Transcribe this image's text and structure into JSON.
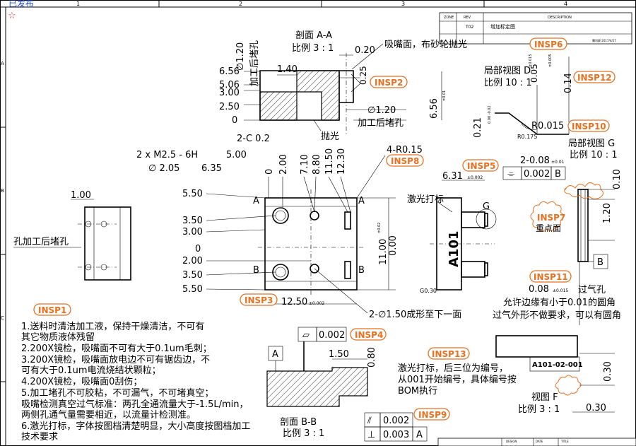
{
  "sheet": {
    "status": "已发布",
    "star": "☆",
    "zones_top": [
      "1",
      "2",
      "3",
      "4"
    ],
    "zones_left": [
      "A",
      "B",
      "C"
    ]
  },
  "titleblock": {
    "hdr_zone": "ZONE",
    "hdr_rev": "REV",
    "hdr_desc": "DESCRIPTION",
    "rev_value": "T02",
    "desc_value": "增加标定图",
    "date_note": "腾讯豪 2017/4/27"
  },
  "section_aa": {
    "title": "剖面 A-A",
    "scale": "比例 3 : 1",
    "dims": [
      "6.56",
      "5.06",
      "3.00",
      "2.50",
      "0",
      "∅1.20",
      "1.40",
      "0.20",
      "0.25",
      "∅1.20",
      "6.56"
    ],
    "dim_tol": "±0.01",
    "label_polish": "吸嘴面，布砂轮抛光",
    "label_hole": "加工后堵孔",
    "label_hole2": "加工后堵孔",
    "chamfer": "2-C 0.2",
    "polish": "抛光"
  },
  "detail_d": {
    "title": "局部视图 D",
    "scale": "比例 10 : 1",
    "dim1": "0.21",
    "dim1_tol": "0.00 -0.02",
    "dim2": "0.14",
    "dim3": "0.05",
    "dim3_tol": "±0.015",
    "dim4": "±0.005",
    "radius": "R0.015",
    "radius2": "R0.175"
  },
  "detail_g": {
    "title": "局部视图 G",
    "scale": "比例 10 : 1",
    "dim_chamfer": "2-0.08",
    "dim_chamfer_tol": "±0.01",
    "flat_value": "0.002",
    "flat_ref": "B",
    "dim1": "0.10",
    "dim2": "1.20",
    "datum_b": "B"
  },
  "main_view": {
    "thread": "2 x  M2.5 - 6H",
    "thread_depth": "5.00",
    "cbore": "∅ 2.05",
    "cbore_depth": "6.35",
    "radius": "4-R0.15",
    "x_dims": [
      "0",
      "2.00",
      "7.10",
      "8.80",
      "11.50",
      "12.30"
    ],
    "y_dims": [
      "5.50",
      "3.50",
      "3.00",
      "0",
      "2.00",
      "3.50",
      "5.50"
    ],
    "right_dims": [
      "11.00",
      "0.00",
      "±0.02"
    ],
    "bottom_dim": "12.50",
    "bottom_tol": "±0.002",
    "hole_note": "2-∅1.50成形至下一面",
    "sec_a": "A",
    "sec_b": "B"
  },
  "side_view": {
    "dim": "1.00",
    "note": "孔加工后堵孔"
  },
  "laser_view": {
    "label": "激光打标",
    "mark": "A101",
    "dim": "6.31",
    "dim_tol": "±0.002",
    "g_label": "G",
    "r_label": "G0.30"
  },
  "insp": {
    "insp1": "INSP1",
    "insp2": "INSP2",
    "insp3": "INSP3",
    "insp4": "INSP4",
    "insp5": "INSP5",
    "insp6": "INSP6",
    "insp7": "INSP7",
    "insp7_sub": "重点面",
    "insp8": "INSP8",
    "insp9": "INSP9",
    "insp10": "INSP10",
    "insp11": "INSP11",
    "insp12": "INSP12",
    "insp13": "INSP13"
  },
  "insp11_note": {
    "dim": "0.08",
    "tol": "±0.015",
    "label": "过气孔",
    "line1": "允许边缘有小于0.01的圆角",
    "line2": "过气外形不做要求，可以有圆角"
  },
  "notes": [
    "1.送料时清洁加工液，保持干燥清洁，不可有",
    "其它物质液体残留",
    "2.200X镜检，吸嘴面不可有大于0.1um毛刺；",
    "3.200X镜检，吸嘴面放电边不可有锯齿边，不",
    "可有大于0.1um电流烧结状颗粒；",
    "4.200X镜检，吸嘴面0刮伤；",
    "5.加工堵孔不可胶粘，不可漏气，不可堵真空；",
    "吸嘴检测真空过气标准：两孔全通流量大于-1.5L/min，",
    "两侧孔通气量需要相近，以流量计检测准。",
    "6.激光打标，字体按图档清楚明显，大小高度按图档加工",
    "技术要求"
  ],
  "section_bb": {
    "title": "剖面 B-B",
    "scale": "比例 3 : 1",
    "datum": "A",
    "flat": "0.002",
    "dim_h": "1.50",
    "dim_v": "0.80",
    "par": "0.002",
    "perp": "0.003",
    "perp_ref": "A"
  },
  "laser_note": {
    "line1": "激光打标，后三位为编号，",
    "line2": "从001开始编号，具体编号按",
    "line3": "BOM执行"
  },
  "view_f": {
    "mark": "A101-02-001",
    "title": "视图 F",
    "scale": "比例 3 : 1",
    "dim1": "0.30",
    "dim2": "0.30"
  },
  "footer": {
    "cells": [
      "DESIGN",
      "DATE",
      "TITLE"
    ]
  }
}
